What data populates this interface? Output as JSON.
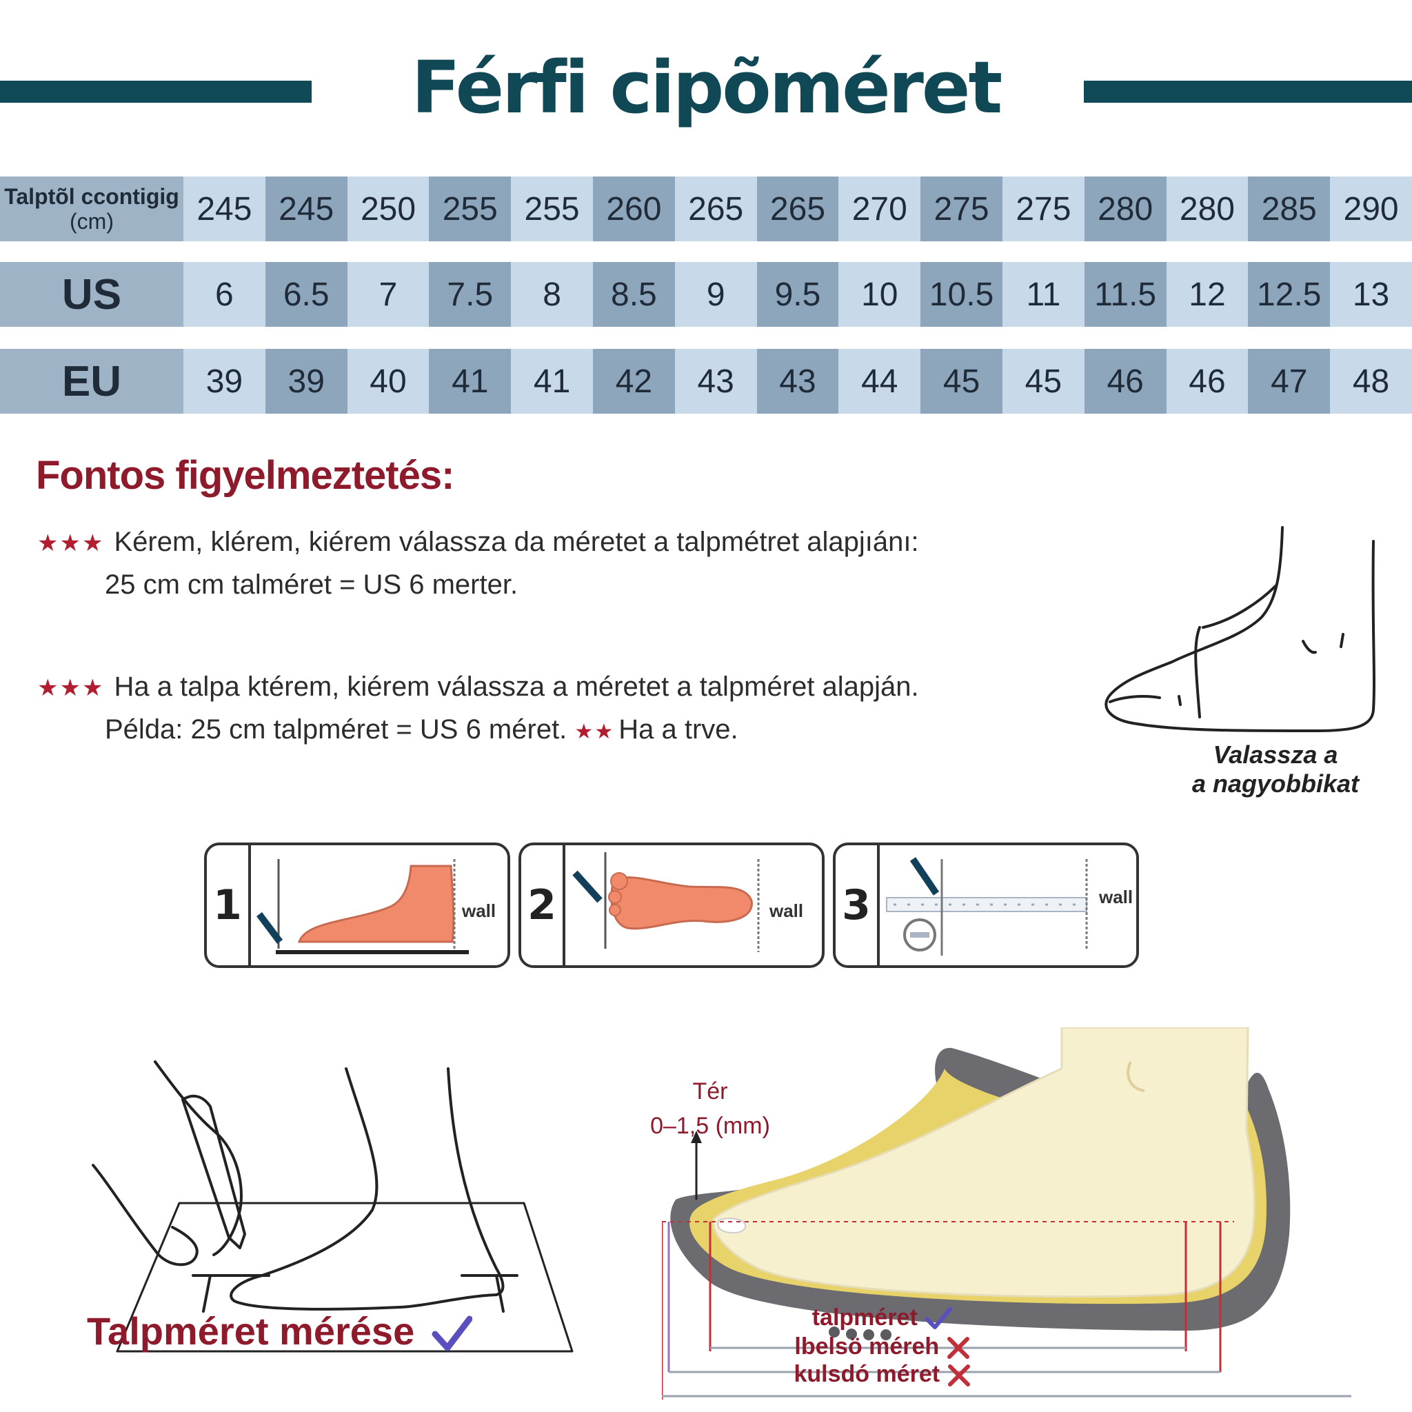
{
  "title": "Férfi cipõméret",
  "colors": {
    "title": "#114856",
    "accent_red": "#8e1b2c",
    "table_light": "#c8d9ea",
    "table_dark": "#8ea6bb",
    "check_blue": "#5a4fbf"
  },
  "table": {
    "rows": [
      {
        "head_line1": "Talptõl ccontigig",
        "head_line2": "(cm)",
        "values": [
          "245",
          "245",
          "250",
          "255",
          "255",
          "260",
          "265",
          "265",
          "270",
          "275",
          "275",
          "280",
          "280",
          "285",
          "290"
        ]
      },
      {
        "head": "US",
        "values": [
          "6",
          "6.5",
          "7",
          "7.5",
          "8",
          "8.5",
          "9",
          "9.5",
          "10",
          "10.5",
          "11",
          "11.5",
          "12",
          "12.5",
          "13"
        ]
      },
      {
        "head": "EU",
        "values": [
          "39",
          "39",
          "40",
          "41",
          "41",
          "42",
          "43",
          "43",
          "44",
          "45",
          "45",
          "46",
          "46",
          "47",
          "48"
        ]
      }
    ]
  },
  "warning": {
    "title": "Fontos figyelmeztetés:",
    "stars": "★★★",
    "p1_line1": "Kérem, klérem, kiérem válassza da méretet a talpmétret alapjıánı:",
    "p1_line2": "25 cm cm talméret = US 6 merter.",
    "p2_line1": "Ha a talpa ktérem, kiérem válassza a méretet a talpméret alapján.",
    "p2_line2a": "Példa: 25 cm talpméret = US 6 méret.",
    "p2_stars2": "★★",
    "p2_line2b": "Ha a trve."
  },
  "foot_caption": {
    "line1": "Valassza a",
    "line2": "a nagyobbikat"
  },
  "steps": [
    {
      "num": "1",
      "wall": "wall"
    },
    {
      "num": "2",
      "wall": "wall"
    },
    {
      "num": "3",
      "wall": "wall"
    }
  ],
  "measure_label": "Talpméret mérése",
  "space": {
    "line1": "Tér",
    "line2": "0–1,5 (mm)"
  },
  "measurements": [
    {
      "label": "talpméret",
      "mark": "check"
    },
    {
      "label": "lbelsö méreh",
      "mark": "cross"
    },
    {
      "label": "kulsdó méret",
      "mark": "cross"
    }
  ]
}
